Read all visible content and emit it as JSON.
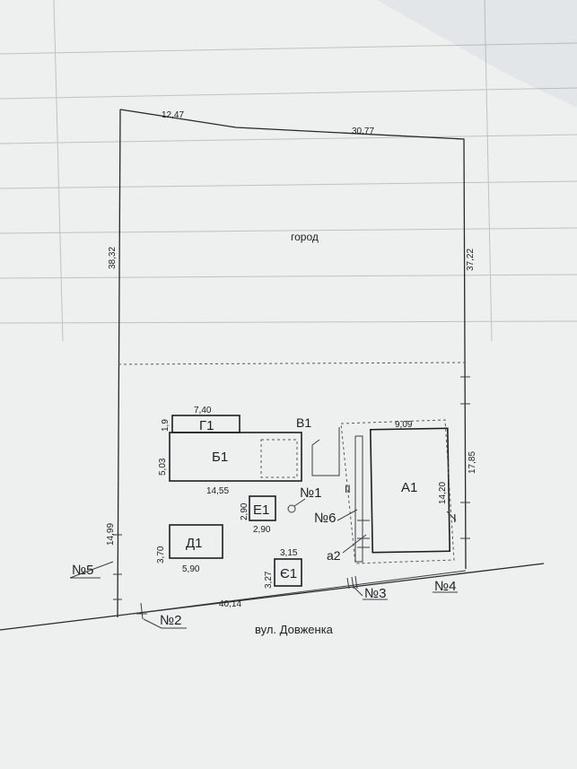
{
  "garden_label": "город",
  "street_label": "вул. Довженка",
  "dimensions": {
    "top_left": "12,47",
    "top_right": "30,77",
    "left_upper": "38,32",
    "right_upper": "37,22",
    "left_lower": "14,99",
    "right_lower": "17,85",
    "bottom": "40,14"
  },
  "buildings": {
    "A1": {
      "name": "А1",
      "width": "9,09",
      "length": "14,20"
    },
    "B1": {
      "name": "Б1",
      "width": "14,55",
      "depth": "5,03"
    },
    "V1": {
      "name": "В1"
    },
    "G1": {
      "name": "Г1",
      "width": "7,40",
      "depth": "1,9"
    },
    "D1": {
      "name": "Д1",
      "width": "5,90",
      "depth": "3,70"
    },
    "E1": {
      "name": "Е1",
      "width": "2,90",
      "depth": "2,90"
    },
    "YE1": {
      "name": "Є1",
      "width": "3,15",
      "depth": "3,27"
    },
    "a2": {
      "name": "а2"
    }
  },
  "markers": {
    "n1": "№1",
    "n2": "№2",
    "n3": "№3",
    "n4": "№4",
    "n5": "№5",
    "n6": "№6",
    "roman_1": "I",
    "roman_2": "II"
  },
  "colors": {
    "paper": "#f5f6f4",
    "ink": "#1d1f22",
    "background": "#e9ecee"
  }
}
